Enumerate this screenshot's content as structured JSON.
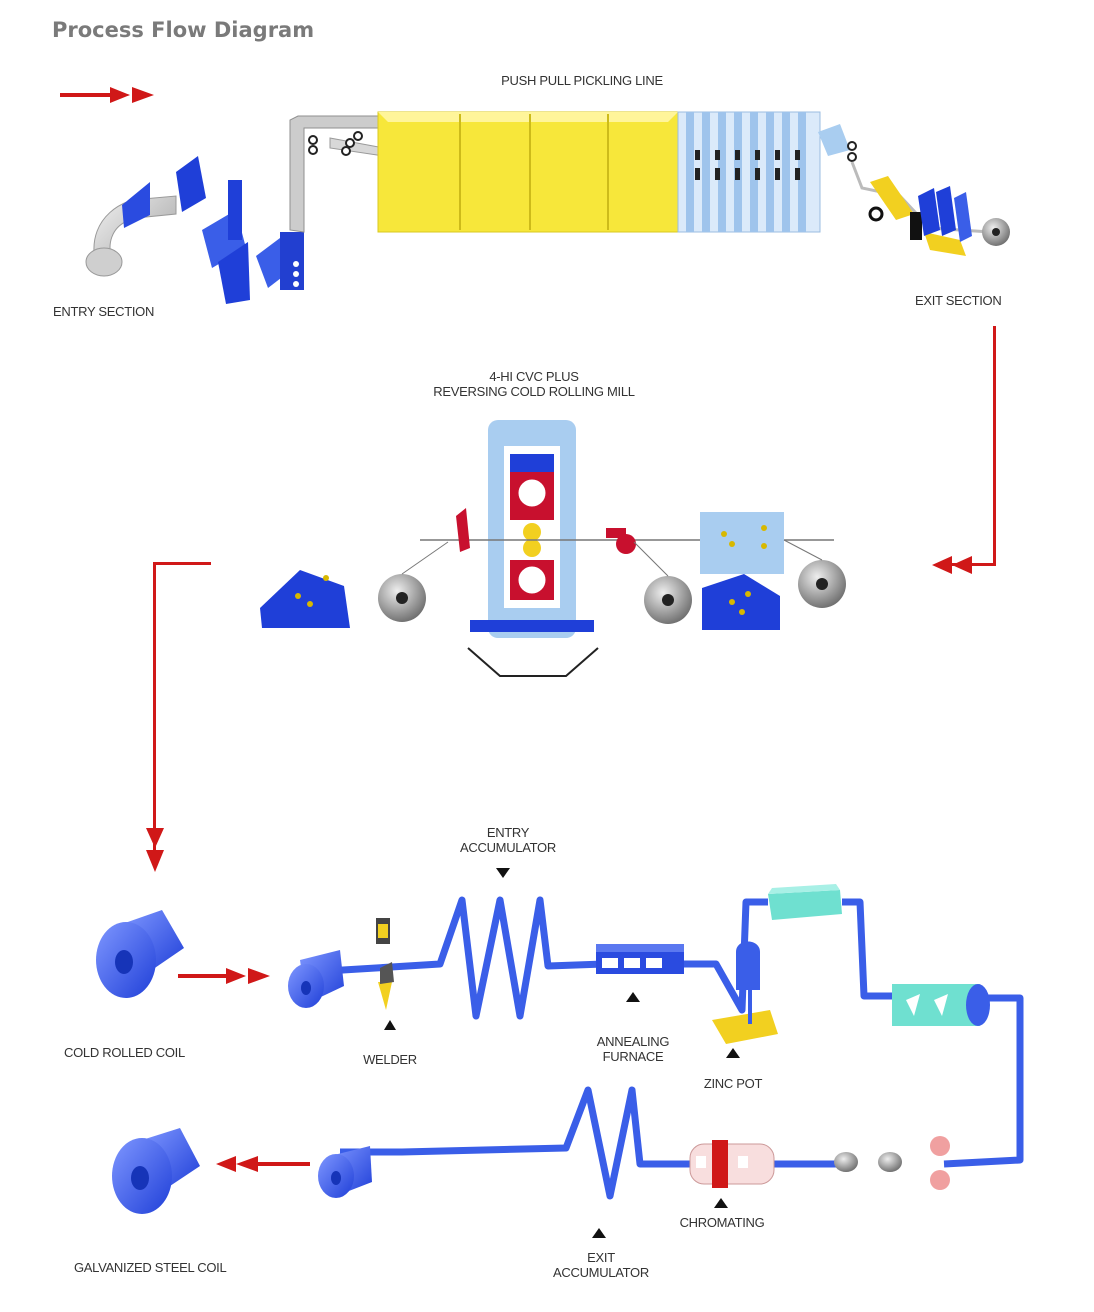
{
  "title": "Process Flow Diagram",
  "pickling": {
    "line_label": "PUSH PULL PICKLING LINE",
    "entry_label": "ENTRY SECTION",
    "exit_label": "EXIT SECTION"
  },
  "mill": {
    "label_line1": "4-HI CVC PLUS",
    "label_line2": "REVERSING COLD ROLLING MILL"
  },
  "galvanizing": {
    "cold_rolled_coil": "COLD ROLLED COIL",
    "welder": "WELDER",
    "entry_accumulator_line1": "ENTRY",
    "entry_accumulator_line2": "ACCUMULATOR",
    "annealing_line1": "ANNEALING",
    "annealing_line2": "FURNACE",
    "zinc_pot": "ZINC POT",
    "chromating": "CHROMATING",
    "exit_accumulator_line1": "EXIT",
    "exit_accumulator_line2": "ACCUMULATOR",
    "galvanized_coil": "GALVANIZED STEEL COIL"
  },
  "colors": {
    "flow_arrow": "#d01818",
    "strip_blue": "#3a5ee8",
    "equipment_blue": "#1f3fd8",
    "pickling_yellow": "#f7e73a",
    "rinse_lightblue": "#cfe3f7",
    "mill_housing": "#a9cdf0",
    "cooling_cyan": "#6fe0d0"
  }
}
